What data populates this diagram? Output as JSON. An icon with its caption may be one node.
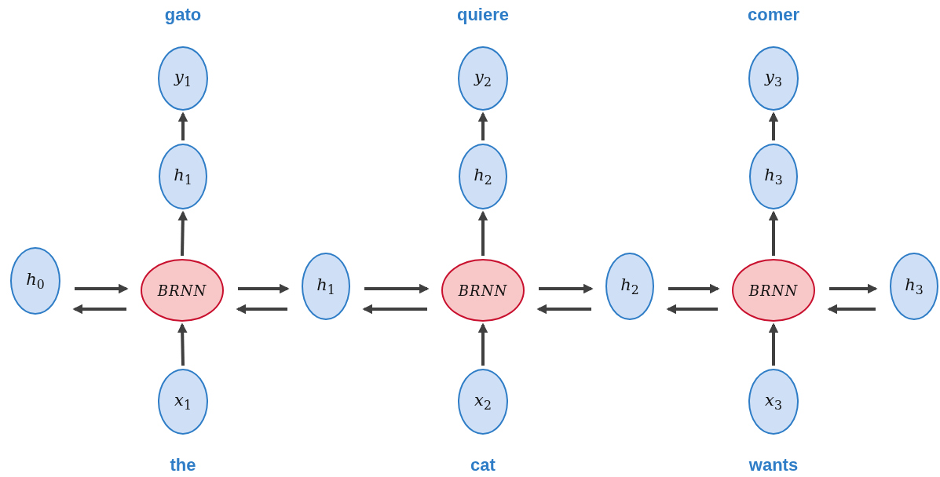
{
  "diagram": {
    "nodes": [
      {
        "text": [
          "*h*$_{0}$"
        ]
      },
      {
        "text": [
          "BRNN"
        ]
      },
      {
        "text": [
          "*h*$_{1}$"
        ]
      },
      {
        "text": [
          "BRNN"
        ]
      },
      {
        "text": [
          "*h*$_{2}$"
        ]
      },
      {
        "text": [
          "BRNN"
        ]
      },
      {
        "text": [
          "*h*$_{3}$"
        ]
      },
      {
        "text": [
          "*h*$_{1}$"
        ]
      },
      {
        "text": [
          "*y*$_{1}$"
        ],
        "beside": [
          "gato"
        ]
      },
      {
        "text": [
          "*x*$_{1}$"
        ],
        "beside": [
          "the"
        ]
      },
      {
        "text": [
          "*h*$_{2}$"
        ]
      },
      {
        "text": [
          "*y*$_{2}$"
        ],
        "beside": [
          "quiere"
        ]
      },
      {
        "text": [
          "*x*$_{2}$"
        ],
        "beside": [
          "cat"
        ]
      },
      {
        "text": [
          "*h*$_{3}$"
        ]
      },
      {
        "text": [
          "*y*$_{3}$"
        ],
        "beside": [
          "comer"
        ]
      },
      {
        "text": [
          "*x*$_{3}$"
        ],
        "beside": [
          "wants"
        ]
      }
    ],
    "edges": [
      {
        "from": 0,
        "to": 1,
        "arrow": "to"
      },
      {
        "from": 1,
        "to": 0,
        "arrow": "to"
      },
      {
        "from": 1,
        "to": 2,
        "arrow": "to"
      },
      {
        "from": 2,
        "to": 1,
        "arrow": "to"
      },
      {
        "from": 2,
        "to": 3,
        "arrow": "to"
      },
      {
        "from": 3,
        "to": 2,
        "arrow": "to"
      },
      {
        "from": 3,
        "to": 4,
        "arrow": "to"
      },
      {
        "from": 4,
        "to": 3,
        "arrow": "to"
      },
      {
        "from": 4,
        "to": 5,
        "arrow": "to"
      },
      {
        "from": 5,
        "to": 4,
        "arrow": "to"
      },
      {
        "from": 5,
        "to": 6,
        "arrow": "to"
      },
      {
        "from": 6,
        "to": 5,
        "arrow": "to"
      },
      {
        "from": 9,
        "to": 1,
        "arrow": "to"
      },
      {
        "from": 1,
        "to": 7,
        "arrow": "to"
      },
      {
        "from": 7,
        "to": 8,
        "arrow": "to"
      },
      {
        "from": 12,
        "to": 3,
        "arrow": "to"
      },
      {
        "from": 3,
        "to": 10,
        "arrow": "to"
      },
      {
        "from": 10,
        "to": 11,
        "arrow": "to"
      },
      {
        "from": 15,
        "to": 5,
        "arrow": "to"
      },
      {
        "from": 5,
        "to": 13,
        "arrow": "to"
      },
      {
        "from": 13,
        "to": 14,
        "arrow": "to"
      }
    ]
  }
}
